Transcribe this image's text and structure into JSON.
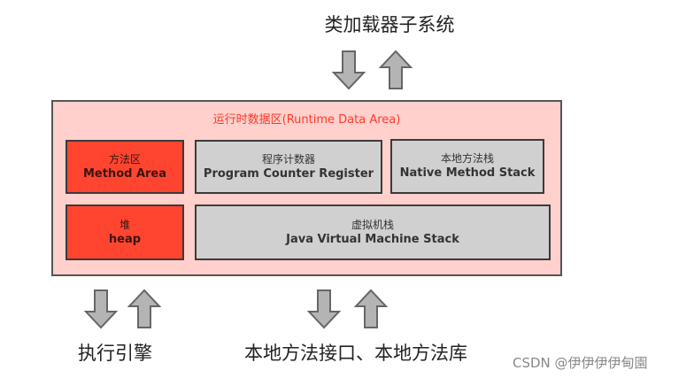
{
  "top": {
    "label": "类加载器子系统",
    "arrows": [
      "down-arrow",
      "up-arrow"
    ]
  },
  "runtime_area": {
    "label": "运行时数据区(Runtime Data Area)",
    "boxes": [
      {
        "cn": "方法区",
        "en": "Method Area",
        "color": "#ff4530"
      },
      {
        "cn": "程序计数器",
        "en": "Program Counter Register",
        "color": "#d0d0d0"
      },
      {
        "cn": "本地方法栈",
        "en": "Native Method Stack",
        "color": "#d0d0d0"
      },
      {
        "cn": "堆",
        "en": "heap",
        "color": "#ff4530"
      },
      {
        "cn": "虚拟机栈",
        "en": "Java Virtual Machine Stack",
        "color": "#d0d0d0"
      }
    ],
    "background": "#ffd0cc",
    "label_color": "#ff3a2a"
  },
  "bottom": {
    "left_label": "执行引擎",
    "right_label": "本地方法接口、本地方法库"
  },
  "watermark": "CSDN @伊伊伊伊甸園"
}
